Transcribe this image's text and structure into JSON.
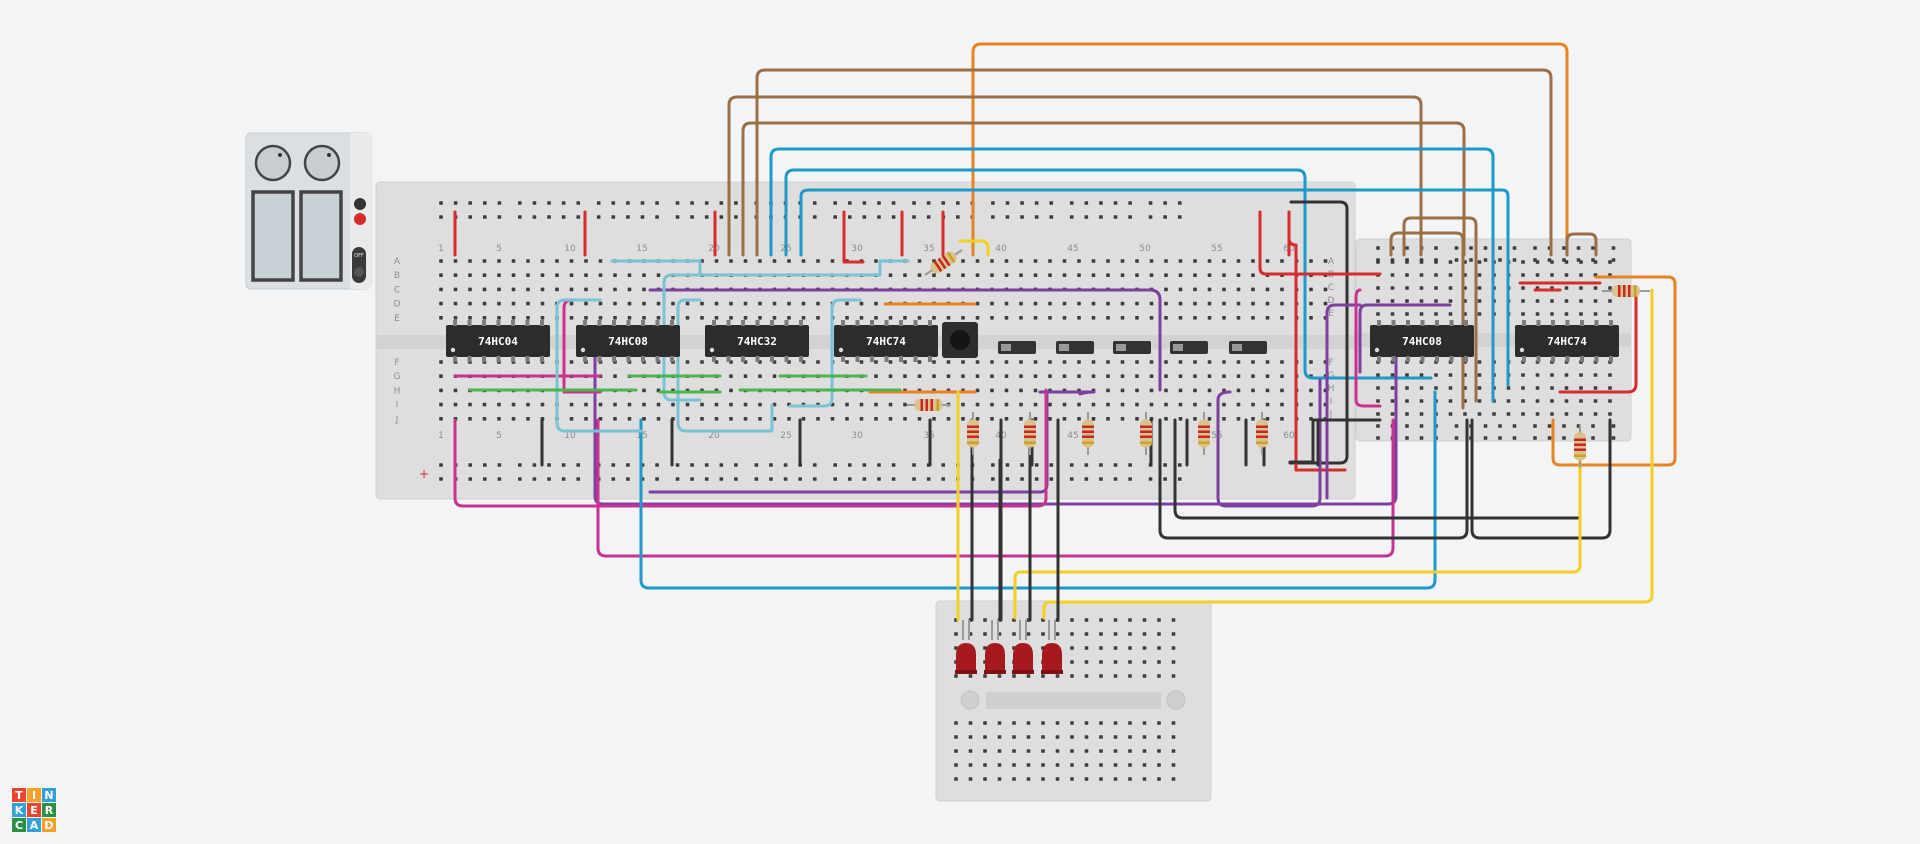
{
  "app": {
    "brand_letters": [
      "T",
      "I",
      "N",
      "K",
      "E",
      "R",
      "C",
      "A",
      "D"
    ]
  },
  "breadboard_main": {
    "column_numbers": [
      "1",
      "5",
      "10",
      "15",
      "20",
      "25",
      "30",
      "35",
      "40",
      "45",
      "50",
      "55",
      "60"
    ],
    "row_letters_top": [
      "A",
      "B",
      "C",
      "D",
      "E"
    ],
    "row_letters_bottom": [
      "F",
      "G",
      "H",
      "I",
      "J"
    ],
    "plus_sign": "+"
  },
  "breadboard_small": {
    "row_letters_top": [
      "A",
      "B",
      "C",
      "D",
      "E"
    ],
    "row_letters_bottom": [
      "F",
      "G",
      "H",
      "I",
      "J"
    ]
  },
  "chips_main": [
    "74HC04",
    "74HC08",
    "74HC32",
    "74HC74"
  ],
  "chips_small": [
    "74HC08",
    "74HC74"
  ],
  "power_supply": {
    "switch_label": "OFF"
  },
  "colors": {
    "red": "#d62c2c",
    "black": "#333333",
    "magenta": "#c8338f",
    "purple": "#7e3fa0",
    "blue": "#1e99c9",
    "light_blue": "#79c3d6",
    "brown": "#9b6f45",
    "orange": "#e78320",
    "yellow": "#f2d125",
    "green": "#4cb44c",
    "led": "#a5191f",
    "chip": "#2c2c2c"
  },
  "components": {
    "leds": 4,
    "slide_switches": 5,
    "push_buttons": 1
  }
}
